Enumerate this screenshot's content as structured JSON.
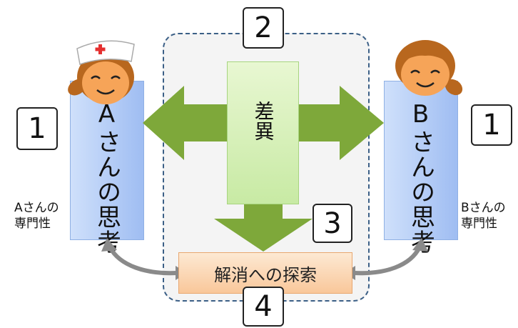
{
  "steps": {
    "one_left": "1",
    "two": "2",
    "three": "3",
    "four": "4",
    "one_right": "1"
  },
  "person_a": {
    "thinking": "Aさんの思考",
    "expertise_line1": "Aさんの",
    "expertise_line2": "専門性"
  },
  "person_b": {
    "thinking": "Bさんの思考",
    "expertise_line1": "Bさんの",
    "expertise_line2": "専門性"
  },
  "center": {
    "difference": "差異",
    "resolution": "解消への探索"
  },
  "colors": {
    "arrow_green": "#7ea83a",
    "person_column_blue": "#a9c3f0",
    "center_column_green": "#d6efb8",
    "resolution_orange": "#fbd6b2",
    "dashed_border": "#3b5f86",
    "curve_arrow_gray": "#8a8a8a"
  },
  "icons": [
    "nurse-face-icon",
    "girl-face-icon",
    "green-double-arrow-icon",
    "green-down-arrow-icon",
    "curved-gray-arrow-icon"
  ]
}
